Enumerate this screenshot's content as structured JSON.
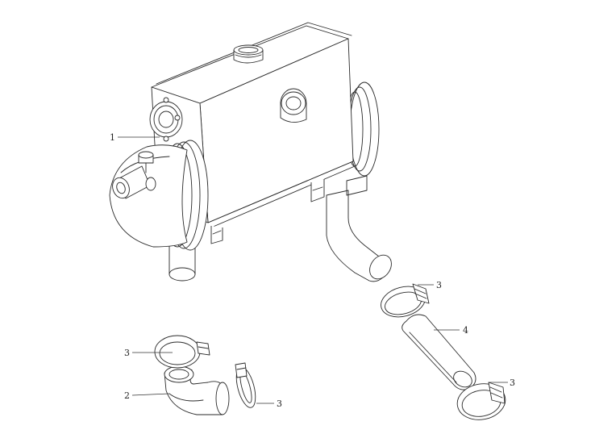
{
  "callouts": [
    {
      "id": "c1",
      "label": "1",
      "part": "heat-exchanger-body"
    },
    {
      "id": "c2",
      "label": "2",
      "part": "elbow-hose"
    },
    {
      "id": "c3a",
      "label": "3",
      "part": "hose-clamp"
    },
    {
      "id": "c3b",
      "label": "3",
      "part": "hose-clamp"
    },
    {
      "id": "c3c",
      "label": "3",
      "part": "hose-clamp"
    },
    {
      "id": "c3d",
      "label": "3",
      "part": "hose-clamp"
    },
    {
      "id": "c4",
      "label": "4",
      "part": "straight-hose"
    }
  ],
  "colors": {
    "line": "#2a2a2a",
    "paper": "#ffffff"
  }
}
